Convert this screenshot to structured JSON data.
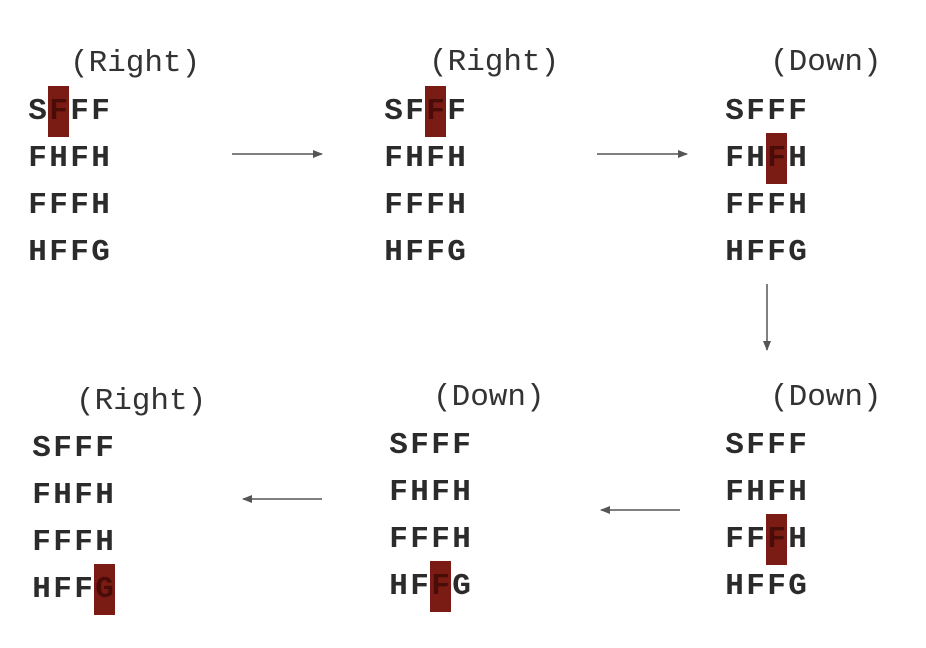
{
  "map_rows": [
    "SFFF",
    "FHFH",
    "FFFH",
    "HFFG"
  ],
  "steps": [
    {
      "action": "(Right)",
      "agent": [
        0,
        1
      ]
    },
    {
      "action": "(Right)",
      "agent": [
        0,
        2
      ]
    },
    {
      "action": "(Down)",
      "agent": [
        1,
        2
      ]
    },
    {
      "action": "(Down)",
      "agent": [
        2,
        2
      ]
    },
    {
      "action": "(Down)",
      "agent": [
        3,
        2
      ]
    },
    {
      "action": "(Right)",
      "agent": [
        3,
        3
      ]
    }
  ],
  "colors": {
    "highlight": "#7b1c14",
    "arrow": "#555555"
  }
}
